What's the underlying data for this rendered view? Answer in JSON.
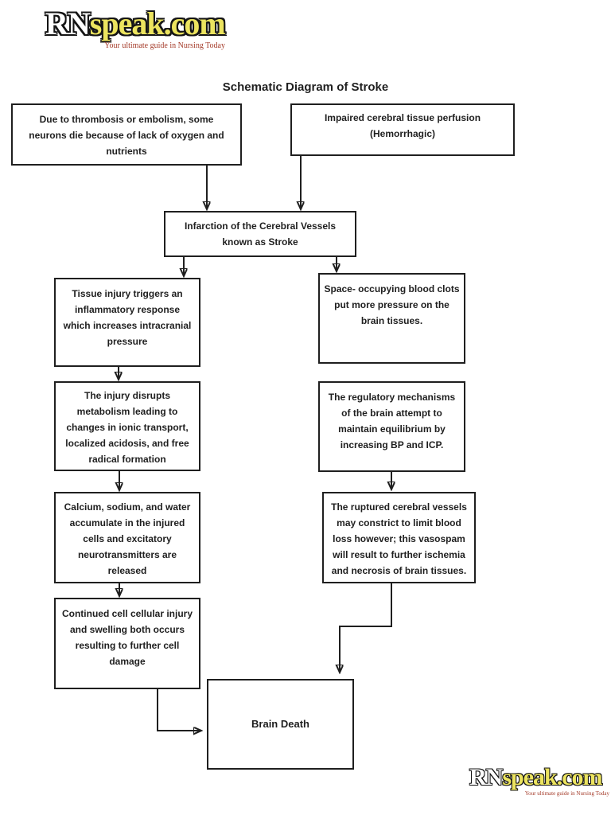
{
  "logo": {
    "brand_prefix": "RN",
    "brand_suffix": "speak.com",
    "tagline": "Your ultimate guide in Nursing Today"
  },
  "title": "Schematic Diagram of Stroke",
  "flowchart": {
    "nodes": {
      "thrombosis": "Due to thrombosis or embolism, some\nneurons die because of lack of oxygen and\nnutrients",
      "hemorrhagic": "Impaired cerebral tissue perfusion\n(Hemorrhagic)",
      "infarction": "Infarction of the Cerebral Vessels\nknown as Stroke",
      "tissue_injury": "Tissue injury triggers an\ninflammatory response\nwhich increases intracranial\npressure",
      "blood_clots": "Space- occupying blood clots\nput more pressure on the\nbrain tissues.",
      "injury_disrupts": "The injury disrupts\nmetabolism leading to\nchanges in ionic transport,\nlocalized acidosis, and free\nradical formation",
      "regulatory": "The regulatory mechanisms\nof the brain attempt to\nmaintain equilibrium by\nincreasing BP and ICP.",
      "calcium": "Calcium, sodium, and water\naccumulate in the injured\ncells and excitatory\nneurotransmitters are\nreleased",
      "ruptured": "The ruptured cerebral vessels\nmay constrict to limit blood\nloss however; this vasospam\nwill result to further ischemia\nand necrosis of brain tissues.",
      "continued": "Continued cell cellular injury\nand swelling both occurs\nresulting to further cell\ndamage",
      "brain_death": "Brain Death"
    },
    "connections": [
      {
        "from": "thrombosis",
        "to": "infarction"
      },
      {
        "from": "hemorrhagic",
        "to": "infarction"
      },
      {
        "from": "infarction",
        "to": "tissue_injury"
      },
      {
        "from": "infarction",
        "to": "blood_clots"
      },
      {
        "from": "tissue_injury",
        "to": "injury_disrupts"
      },
      {
        "from": "injury_disrupts",
        "to": "calcium"
      },
      {
        "from": "calcium",
        "to": "continued"
      },
      {
        "from": "regulatory",
        "to": "ruptured"
      },
      {
        "from": "ruptured",
        "to": "brain_death"
      },
      {
        "from": "continued",
        "to": "brain_death"
      }
    ],
    "colors": {
      "box_border": "#1f1f1f",
      "box_background": "#ffffff",
      "text": "#1f1f1f",
      "logo_yellow": "#ece45f",
      "logo_white": "#ffffff",
      "logo_outline": "#151515",
      "tagline_red": "#a43a28"
    }
  }
}
